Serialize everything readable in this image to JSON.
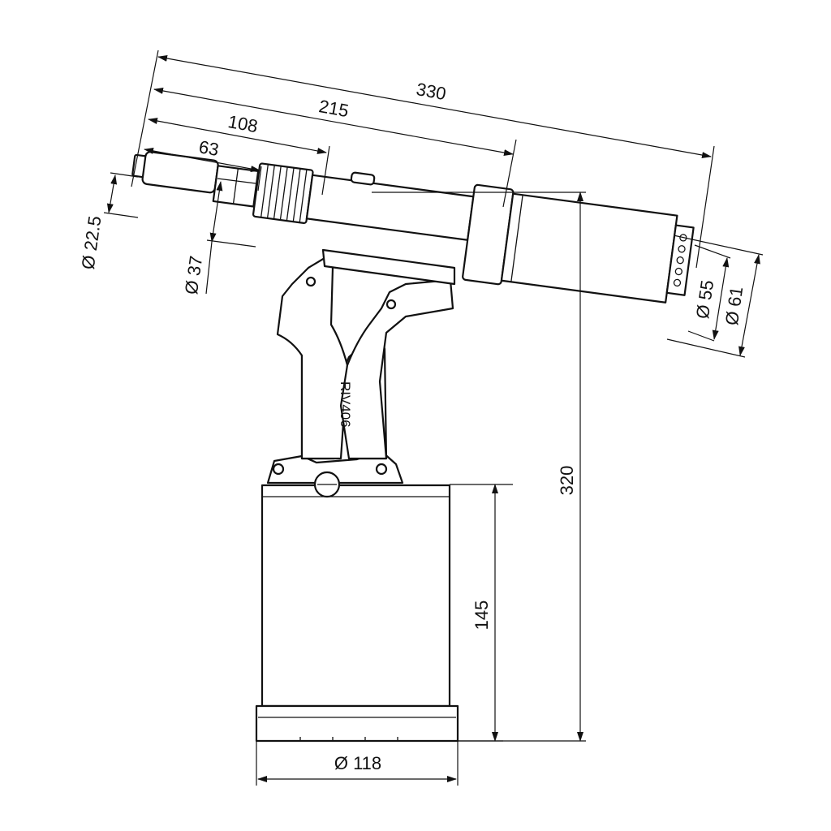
{
  "drawing": {
    "model_marking": "RIV406",
    "dimensions": {
      "length_330": "330",
      "length_215": "215",
      "length_108": "108",
      "length_63": "63",
      "dia_nose": "Ø 22.5",
      "dia_head": "Ø 37",
      "dia_rear_inner": "Ø 55",
      "dia_rear_outer": "Ø 61",
      "height_total": "320",
      "height_base": "145",
      "dia_base": "Ø 118"
    }
  },
  "colors": {
    "line": "#111111",
    "background": "#ffffff"
  }
}
